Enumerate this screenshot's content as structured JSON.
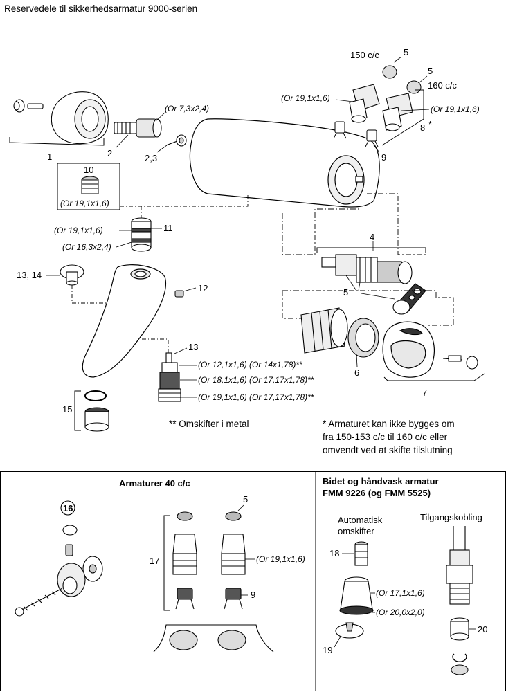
{
  "title": "Reservedele til sikkerhedsarmatur 9000-serien",
  "labels": {
    "n1": "1",
    "n2": "2",
    "n23": "2,3",
    "n4": "4",
    "n5a": "5",
    "n5b": "5",
    "n5c": "5",
    "n6": "6",
    "n7": "7",
    "n8": "8",
    "n8star": "*",
    "n9": "9",
    "n10": "10",
    "n11": "11",
    "n12": "12",
    "n13a": "13",
    "n1314": "13, 14",
    "n15": "15"
  },
  "orings": {
    "or73": "(Or 7,3x2,4)",
    "or191_10": "(Or 19,1x1,6)",
    "or191_11": "(Or 19,1x1,6)",
    "or163": "(Or 16,3x2,4)",
    "or191_top_left": "(Or 19,1x1,6)",
    "or191_top_right": "(Or 19,1x1,6)",
    "row1": "(Or 12,1x1,6) (Or 14x1,78)**",
    "row2": "(Or 18,1x1,6) (Or 17,17x1,78)**",
    "row3": "(Or 19,1x1,6) (Or 17,17x1,78)**"
  },
  "cc": {
    "c150": "150 c/c",
    "c160": "160 c/c"
  },
  "notes": {
    "metal": "** Omskifter i metal",
    "star_line1": "* Armaturet kan ikke bygges om",
    "star_line2": "fra 150-153 c/c til 160 c/c eller",
    "star_line3": "omvendt ved at skifte tilslutning"
  },
  "panel_left": {
    "heading": "Armaturer 40 c/c",
    "n16": "16",
    "n5": "5",
    "n17": "17",
    "n9": "9",
    "or191": "(Or 19,1x1,6)"
  },
  "panel_right": {
    "heading1": "Bidet og håndvask armatur",
    "heading2": "FMM 9226 (og FMM 5525)",
    "auto1": "Automatisk",
    "auto2": "omskifter",
    "tilgang": "Tilgangskobling",
    "n18": "18",
    "n19": "19",
    "n20": "20",
    "or171": "(Or 17,1x1,6)",
    "or200": "(Or 20,0x2,0)"
  }
}
